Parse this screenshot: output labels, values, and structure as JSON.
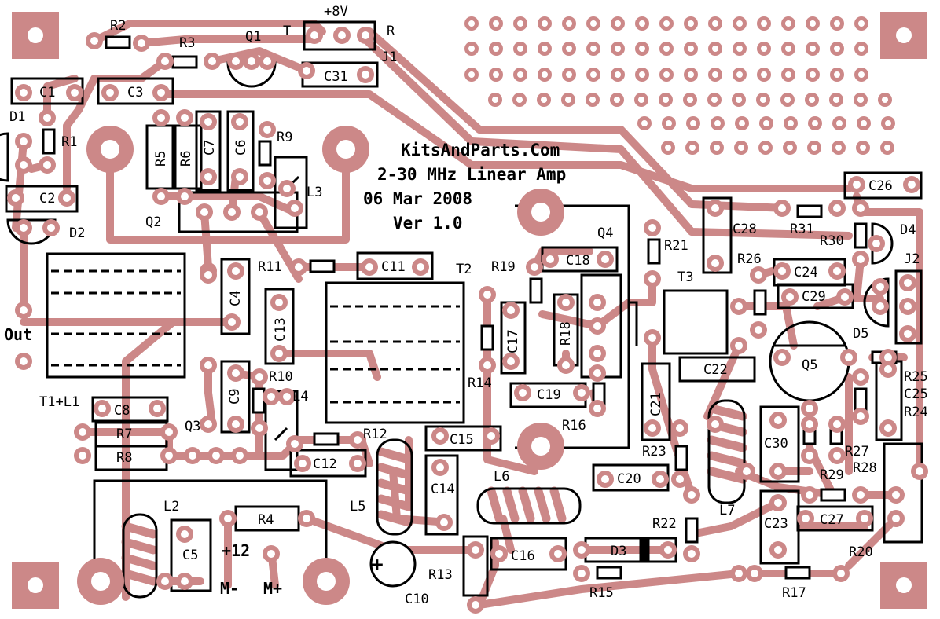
{
  "board": {
    "title_lines": [
      "KitsAndParts.Com",
      "2-30 MHz Linear Amp",
      "06 Mar 2008",
      "Ver 1.0"
    ],
    "colors": {
      "background": "#ffffff",
      "copper": "#cc8888",
      "silkscreen": "#000000",
      "pad_hole": "#ffffff"
    },
    "labels": {
      "plus8v": "+8V",
      "T": "T",
      "R": "R",
      "J1": "J1",
      "R2": "R2",
      "R3": "R3",
      "Q1": "Q1",
      "C31": "C31",
      "C1": "C1",
      "C3": "C3",
      "D1": "D1",
      "R1": "R1",
      "C2": "C2",
      "D2": "D2",
      "R5": "R5",
      "R6": "R6",
      "C7": "C7",
      "C6": "C6",
      "R9": "R9",
      "L3": "L3",
      "Q2": "Q2",
      "R11": "R11",
      "C11": "C11",
      "C4": "C4",
      "C13": "C13",
      "T2": "T2",
      "Out": "Out",
      "T1L1": "T1+L1",
      "C8": "C8",
      "R7": "R7",
      "R8": "R8",
      "Q3": "Q3",
      "C9": "C9",
      "R10": "R10",
      "L4": "L4",
      "C12": "C12",
      "R12": "R12",
      "C15": "C15",
      "C14": "C14",
      "L5": "L5",
      "L2": "L2",
      "C5": "C5",
      "R4": "R4",
      "plus12": "+12",
      "Mminus": "M-",
      "Mplus": "M+",
      "C10": "C10",
      "R13": "R13",
      "C16": "C16",
      "L6": "L6",
      "Q4": "Q4",
      "R21": "R21",
      "R19": "R19",
      "C18": "C18",
      "R18": "R18",
      "C17": "C17",
      "R14": "R14",
      "C19": "C19",
      "R16": "R16",
      "T3": "T3",
      "C22": "C22",
      "C21": "C21",
      "R23": "R23",
      "C20": "C20",
      "R22": "R22",
      "D3": "D3",
      "R15": "R15",
      "L7": "L7",
      "C23": "C23",
      "R17": "R17",
      "C26": "C26",
      "C28": "C28",
      "R31": "R31",
      "R30": "R30",
      "D4": "D4",
      "J2": "J2",
      "R26": "R26",
      "C24": "C24",
      "C29": "C29",
      "D5": "D5",
      "Q5": "Q5",
      "R25": "R25",
      "C25": "C25",
      "R24": "R24",
      "C30": "C30",
      "R27": "R27",
      "R29": "R29",
      "R28": "R28",
      "C27": "C27",
      "R20": "R20"
    }
  }
}
